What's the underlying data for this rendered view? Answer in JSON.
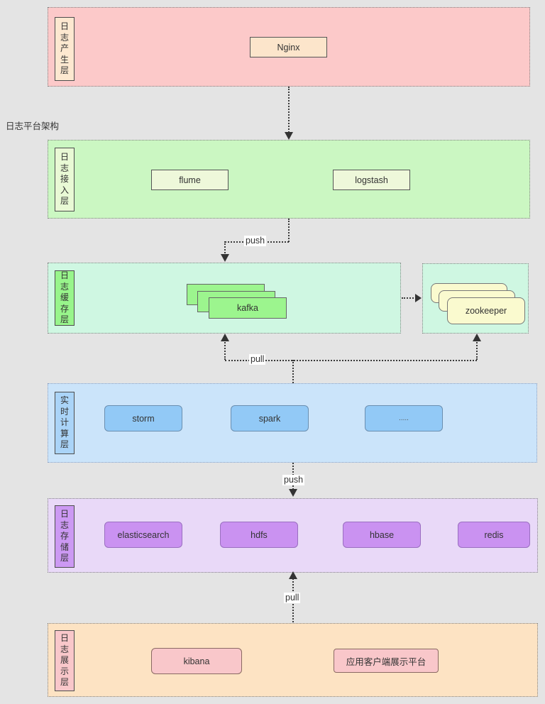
{
  "diagram_title": "日志平台架构",
  "layers": {
    "produce": {
      "label": "日志产生层",
      "color": "#fcc9c9",
      "nodes": {
        "nginx": "Nginx"
      }
    },
    "access": {
      "label": "日志接入层",
      "color": "#cbf7c2",
      "nodes": {
        "flume": "flume",
        "logstash": "logstash"
      }
    },
    "cache": {
      "label": "日志缓存层",
      "color": "#cff7e2",
      "nodes": {
        "kafka": "kafka"
      }
    },
    "zookeeper_group": {
      "color": "#cff7e2",
      "nodes": {
        "zookeeper": "zookeeper"
      }
    },
    "compute": {
      "label": "实时计算层",
      "color": "#cbe4fa",
      "nodes": {
        "storm": "storm",
        "spark": "spark",
        "others": "....."
      }
    },
    "storage": {
      "label": "日志存储层",
      "color": "#e9d9f8",
      "nodes": {
        "elasticsearch": "elasticsearch",
        "hdfs": "hdfs",
        "hbase": "hbase",
        "redis": "redis"
      }
    },
    "display": {
      "label": "日志展示层",
      "color": "#fde3c3",
      "nodes": {
        "kibana": "kibana",
        "client_platform": "应用客户端展示平台"
      }
    }
  },
  "arrows": {
    "push_access_to_cache": "push",
    "pull_compute_from_cache": "pull",
    "push_compute_to_storage": "push",
    "pull_display_from_storage": "pull"
  }
}
